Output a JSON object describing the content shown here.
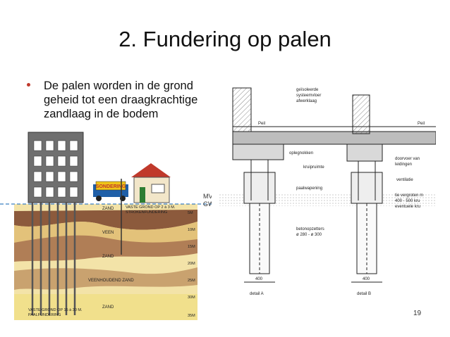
{
  "slide": {
    "title": "2. Fundering op palen",
    "bullet": "De palen worden in de grond geheid tot een draagkrachtige zandlaag in de bodem",
    "page_number": "19"
  },
  "soil_diagram": {
    "sign": "SONDERING",
    "level_labels": [
      "MV",
      "GWS"
    ],
    "layers": [
      "ZAND",
      "VEEN",
      "ZAND",
      "VEENHOUDEND ZAND",
      "ZAND"
    ],
    "note_top": "VASTE GROND OP 2 à 3 M.",
    "note_top2": "STROKENFUNDERING",
    "note_bottom": "VASTE GROND OP 15 à 30 M.",
    "note_bottom2": "PAALFUNDERING",
    "depths": [
      "5M",
      "10M",
      "15M",
      "20M",
      "25M",
      "30M",
      "35M"
    ]
  },
  "technical_drawing": {
    "peil_left": "Peil",
    "peil_right": "Peil",
    "callout_1": "geïsoleerde",
    "callout_2": "systeemvloer",
    "callout_3": "afwerklaag",
    "label_oplegnokken": "oplegnokken",
    "label_kruipruimte": "kruipruimte",
    "label_doorvoer": "doorvoer van",
    "label_leidingen": "leidingen",
    "label_ventilatie": "ventilatie",
    "label_paalwapening": "paalwapening",
    "label_betonopzetters": "betonopzetters",
    "label_diameter": "ø 280 - ø 300",
    "label_vergroten": "tie vergroten m",
    "label_vergroten2": "400 - 500 kru",
    "label_vergroten3": "eventuele kru",
    "dim_a": "400",
    "dim_b": "400",
    "detail_a": "detail A",
    "detail_b": "detail B"
  }
}
